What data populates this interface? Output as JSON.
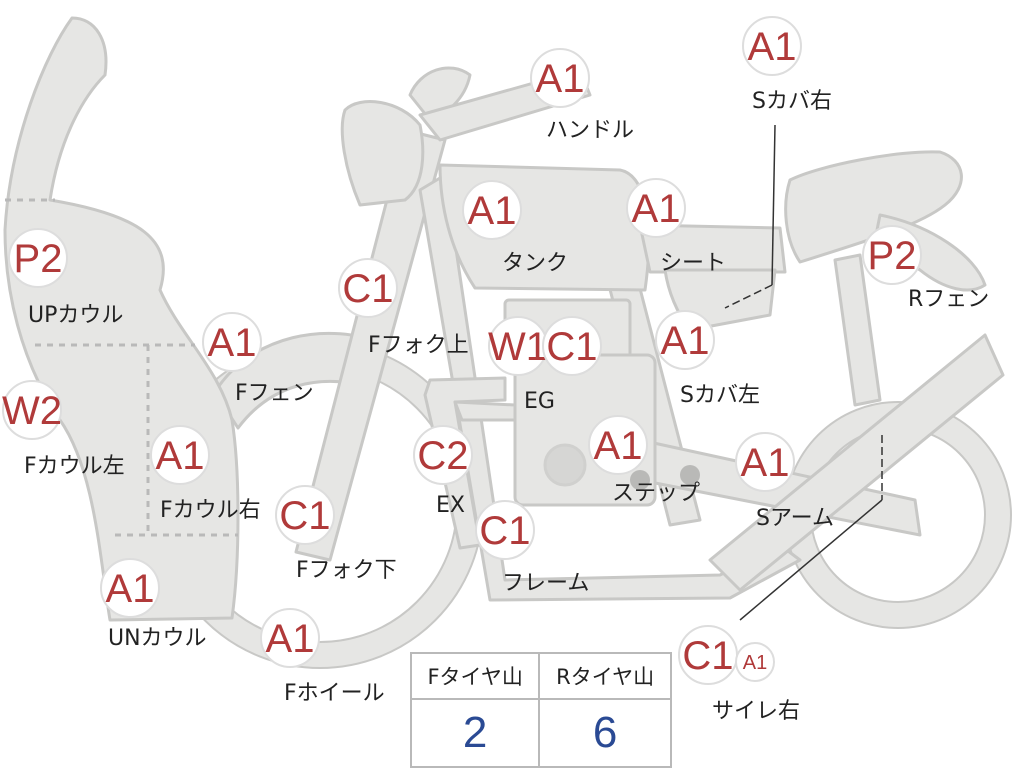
{
  "colors": {
    "part_fill": "#e6e6e4",
    "part_stroke": "#c8c8c6",
    "grade": "#b03a3a",
    "tire_value": "#2a4a94"
  },
  "parts": [
    {
      "id": "up-cowl",
      "label": "UPカウル",
      "grade": "P2"
    },
    {
      "id": "f-cowl-left",
      "label": "Fカウル左",
      "grade": "W2"
    },
    {
      "id": "f-cowl-right",
      "label": "Fカウル右",
      "grade": "A1"
    },
    {
      "id": "un-cowl",
      "label": "UNカウル",
      "grade": "A1"
    },
    {
      "id": "f-fender",
      "label": "Fフェン",
      "grade": "A1"
    },
    {
      "id": "f-fork-upper",
      "label": "Fフォク上",
      "grade": "C1"
    },
    {
      "id": "f-fork-lower",
      "label": "Fフォク下",
      "grade": "C1"
    },
    {
      "id": "f-wheel",
      "label": "Fホイール",
      "grade": "A1"
    },
    {
      "id": "handle",
      "label": "ハンドル",
      "grade": "A1"
    },
    {
      "id": "tank",
      "label": "タンク",
      "grade": "A1"
    },
    {
      "id": "seat",
      "label": "シート",
      "grade": "A1"
    },
    {
      "id": "side-cover-right",
      "label": "Sカバ右",
      "grade": "A1"
    },
    {
      "id": "side-cover-left",
      "label": "Sカバ左",
      "grade": "A1"
    },
    {
      "id": "r-fender",
      "label": "Rフェン",
      "grade": "P2"
    },
    {
      "id": "engine",
      "label": "EG",
      "grades": [
        "W1",
        "C1"
      ]
    },
    {
      "id": "exhaust",
      "label": "EX",
      "grade": "C2"
    },
    {
      "id": "frame",
      "label": "フレーム",
      "grade": "C1"
    },
    {
      "id": "step",
      "label": "ステップ",
      "grade": "A1"
    },
    {
      "id": "swing-arm",
      "label": "Sアーム",
      "grade": "A1"
    },
    {
      "id": "silencer-right",
      "label": "サイレ右",
      "grades": [
        "C1",
        "A1"
      ]
    }
  ],
  "tire_table": {
    "headers": [
      "Fタイヤ山",
      "Rタイヤ山"
    ],
    "values": [
      "2",
      "6"
    ]
  }
}
